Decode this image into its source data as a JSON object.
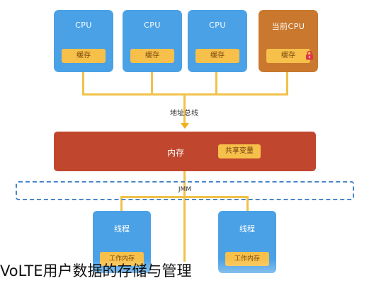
{
  "cpus": [
    {
      "label": "CPU",
      "cache": "缓存"
    },
    {
      "label": "CPU",
      "cache": "缓存"
    },
    {
      "label": "CPU",
      "cache": "缓存"
    },
    {
      "label": "当前CPU",
      "cache": "缓存",
      "icon": "lock-icon"
    }
  ],
  "bus": {
    "label": "地址总线"
  },
  "memory": {
    "label": "内存",
    "shared_label": "共享变量"
  },
  "jmm": {
    "label": "JMM"
  },
  "threads": [
    {
      "label": "线程",
      "work_memory": "工作内存"
    },
    {
      "label": "线程",
      "work_memory": "工作内存"
    }
  ],
  "caption": "VoLTE用户数据的存储与管理",
  "colors": {
    "cpu": "#4aa1e6",
    "current_cpu": "#c9782e",
    "cache": "#f7c04a",
    "memory": "#c0472e",
    "wire": "#f0c24a",
    "jmm_border": "#4a86c8"
  }
}
